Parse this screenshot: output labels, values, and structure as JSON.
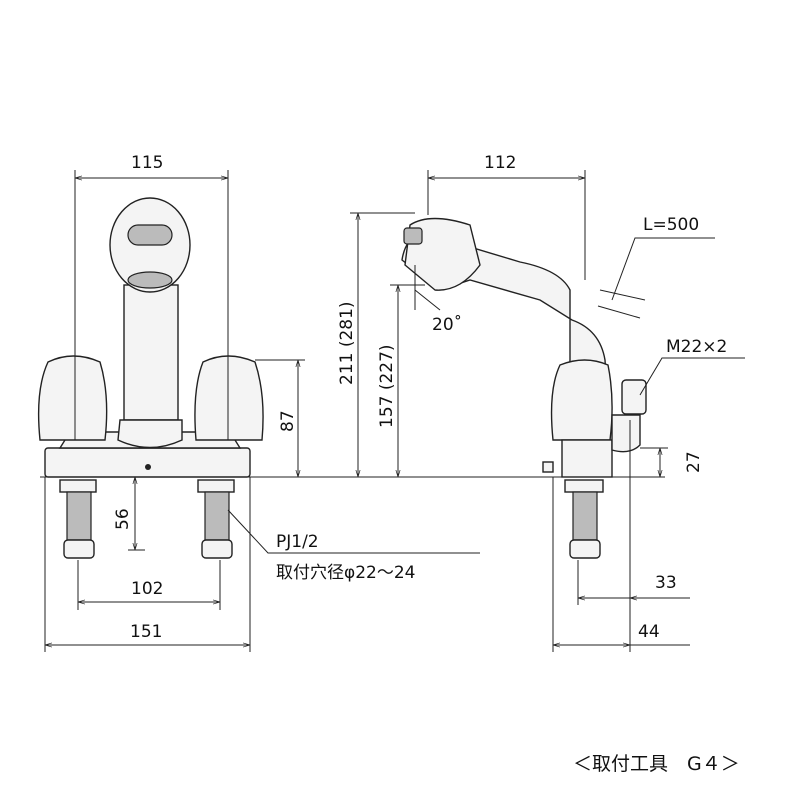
{
  "front_view": {
    "dim_width_top": "115",
    "dim_height_handle": "87",
    "dim_shank_length": "56",
    "dim_hole_pitch": "102",
    "dim_base_width": "151",
    "thread_label": "PJ1/2",
    "hole_label": "取付穴径φ22〜24"
  },
  "side_view": {
    "dim_depth_top": "112",
    "dim_total_height": "211 (281)",
    "dim_spout_height": "157 (227)",
    "angle_label": "20˚",
    "hose_label": "L=500",
    "connector_label": "M22×2",
    "dim_connector_height": "27",
    "dim_connector_offset_33": "33",
    "dim_connector_offset_44": "44"
  },
  "footer": {
    "tool_label": "＜取付工具　G４＞"
  },
  "colors": {
    "line": "#222222",
    "body": "#f4f4f4",
    "shade": "#bbbbbb"
  }
}
